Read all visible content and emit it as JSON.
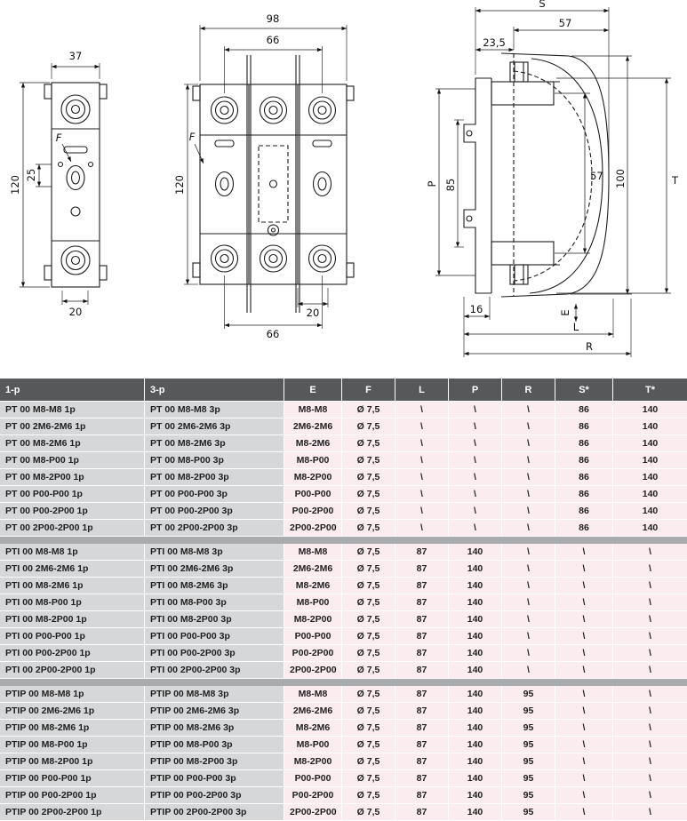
{
  "drawings": {
    "front_1p": {
      "width": "37",
      "height": "120",
      "inner": "25",
      "foot": "20",
      "f": "F"
    },
    "front_3p": {
      "total_width": "98",
      "inner_width": "66",
      "height": "120",
      "foot": "20",
      "inner_width_bottom": "66",
      "f": "F"
    },
    "side": {
      "s": "S",
      "top_57": "57",
      "top_23_5": "23,5",
      "p": "P",
      "h85": "85",
      "v57": "57",
      "v100": "100",
      "t": "T",
      "b16": "16",
      "e": "E",
      "l": "L",
      "r": "R"
    }
  },
  "table": {
    "headers": [
      "1-p",
      "3-p",
      "E",
      "F",
      "L",
      "P",
      "R",
      "S*",
      "T*"
    ],
    "groups": [
      {
        "rows": [
          [
            "PT 00 M8-M8 1p",
            "PT 00 M8-M8 3p",
            "M8-M8",
            "Ø 7,5",
            "\\",
            "\\",
            "\\",
            "86",
            "140"
          ],
          [
            "PT 00 2M6-2M6 1p",
            "PT 00 2M6-2M6 3p",
            "2M6-2M6",
            "Ø 7,5",
            "\\",
            "\\",
            "\\",
            "86",
            "140"
          ],
          [
            "PT 00 M8-2M6 1p",
            "PT 00 M8-2M6 3p",
            "M8-2M6",
            "Ø 7,5",
            "\\",
            "\\",
            "\\",
            "86",
            "140"
          ],
          [
            "PT 00 M8-P00 1p",
            "PT 00 M8-P00 3p",
            "M8-P00",
            "Ø 7,5",
            "\\",
            "\\",
            "\\",
            "86",
            "140"
          ],
          [
            "PT 00 M8-2P00 1p",
            "PT 00 M8-2P00 3p",
            "M8-2P00",
            "Ø 7,5",
            "\\",
            "\\",
            "\\",
            "86",
            "140"
          ],
          [
            "PT 00 P00-P00 1p",
            "PT 00 P00-P00 3p",
            "P00-P00",
            "Ø 7,5",
            "\\",
            "\\",
            "\\",
            "86",
            "140"
          ],
          [
            "PT 00 P00-2P00 1p",
            "PT 00 P00-2P00 3p",
            "P00-2P00",
            "Ø 7,5",
            "\\",
            "\\",
            "\\",
            "86",
            "140"
          ],
          [
            "PT 00 2P00-2P00 1p",
            "PT 00 2P00-2P00 3p",
            "2P00-2P00",
            "Ø 7,5",
            "\\",
            "\\",
            "\\",
            "86",
            "140"
          ]
        ]
      },
      {
        "rows": [
          [
            "PTI 00 M8-M8 1p",
            "PTI 00 M8-M8 3p",
            "M8-M8",
            "Ø 7,5",
            "87",
            "140",
            "\\",
            "\\",
            "\\"
          ],
          [
            "PTI 00 2M6-2M6 1p",
            "PTI 00 2M6-2M6 3p",
            "2M6-2M6",
            "Ø 7,5",
            "87",
            "140",
            "\\",
            "\\",
            "\\"
          ],
          [
            "PTI 00 M8-2M6 1p",
            "PTI 00 M8-2M6 3p",
            "M8-2M6",
            "Ø 7,5",
            "87",
            "140",
            "\\",
            "\\",
            "\\"
          ],
          [
            "PTI 00 M8-P00 1p",
            "PTI 00 M8-P00 3p",
            "M8-P00",
            "Ø 7,5",
            "87",
            "140",
            "\\",
            "\\",
            "\\"
          ],
          [
            "PTI 00 M8-2P00 1p",
            "PTI 00 M8-2P00 3p",
            "M8-2P00",
            "Ø 7,5",
            "87",
            "140",
            "\\",
            "\\",
            "\\"
          ],
          [
            "PTI 00 P00-P00 1p",
            "PTI 00 P00-P00 3p",
            "P00-P00",
            "Ø 7,5",
            "87",
            "140",
            "\\",
            "\\",
            "\\"
          ],
          [
            "PTI 00 P00-2P00 1p",
            "PTI 00 P00-2P00 3p",
            "P00-2P00",
            "Ø 7,5",
            "87",
            "140",
            "\\",
            "\\",
            "\\"
          ],
          [
            "PTI 00 2P00-2P00 1p",
            "PTI 00 2P00-2P00 3p",
            "2P00-2P00",
            "Ø 7,5",
            "87",
            "140",
            "\\",
            "\\",
            "\\"
          ]
        ]
      },
      {
        "rows": [
          [
            "PTIP 00 M8-M8 1p",
            "PTIP 00 M8-M8 3p",
            "M8-M8",
            "Ø 7,5",
            "87",
            "140",
            "95",
            "\\",
            "\\"
          ],
          [
            "PTIP 00 2M6-2M6 1p",
            "PTIP 00 2M6-2M6 3p",
            "2M6-2M6",
            "Ø 7,5",
            "87",
            "140",
            "95",
            "\\",
            "\\"
          ],
          [
            "PTIP 00 M8-2M6 1p",
            "PTIP 00 M8-2M6 3p",
            "M8-2M6",
            "Ø 7,5",
            "87",
            "140",
            "95",
            "\\",
            "\\"
          ],
          [
            "PTIP 00 M8-P00 1p",
            "PTIP 00 M8-P00 3p",
            "M8-P00",
            "Ø 7,5",
            "87",
            "140",
            "95",
            "\\",
            "\\"
          ],
          [
            "PTIP 00 M8-2P00 1p",
            "PTIP 00 M8-2P00 3p",
            "M8-2P00",
            "Ø 7,5",
            "87",
            "140",
            "95",
            "\\",
            "\\"
          ],
          [
            "PTIP 00 P00-P00 1p",
            "PTIP 00 P00-P00 3p",
            "P00-P00",
            "Ø 7,5",
            "87",
            "140",
            "95",
            "\\",
            "\\"
          ],
          [
            "PTIP 00 P00-2P00 1p",
            "PTIP 00 P00-2P00 3p",
            "P00-2P00",
            "Ø 7,5",
            "87",
            "140",
            "95",
            "\\",
            "\\"
          ],
          [
            "PTIP 00 2P00-2P00 1p",
            "PTIP 00 2P00-2P00 3p",
            "2P00-2P00",
            "Ø 7,5",
            "87",
            "140",
            "95",
            "\\",
            "\\"
          ]
        ]
      }
    ]
  }
}
